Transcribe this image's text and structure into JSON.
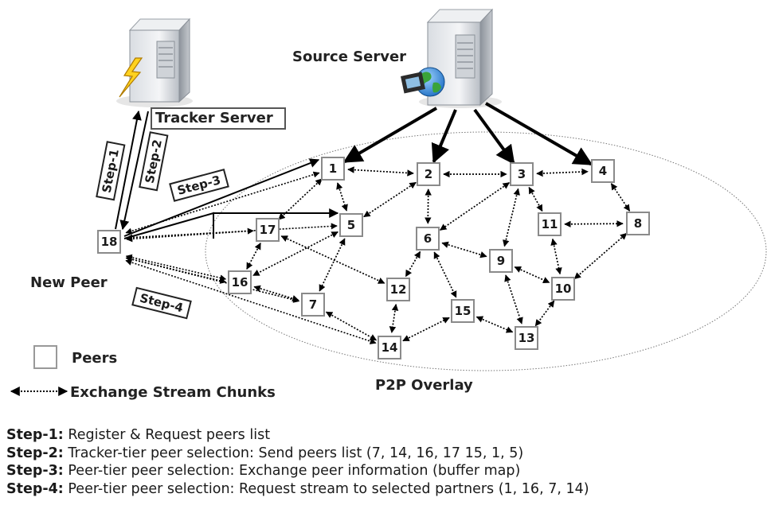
{
  "labels": {
    "source_server": "Source Server",
    "tracker_server": "Tracker Server",
    "new_peer": "New Peer",
    "overlay": "P2P Overlay"
  },
  "step_tags": [
    "Step-1",
    "Step-2",
    "Step-3",
    "Step-4"
  ],
  "legend": {
    "peers": "Peers",
    "exchange": "Exchange Stream Chunks"
  },
  "nodes": [
    "1",
    "2",
    "3",
    "4",
    "5",
    "6",
    "7",
    "8",
    "9",
    "10",
    "11",
    "12",
    "13",
    "14",
    "15",
    "16",
    "17",
    "18"
  ],
  "steps": [
    {
      "key": "Step-1:",
      "text": " Register & Request peers list"
    },
    {
      "key": "Step-2:",
      "text": " Tracker-tier peer selection: Send peers list (7, 14, 16, 17 15, 1, 5)"
    },
    {
      "key": "Step-3:",
      "text": " Peer-tier peer selection: Exchange peer information (buffer map)"
    },
    {
      "key": "Step-4:",
      "text": " Peer-tier peer selection: Request stream to selected partners (1, 16, 7, 14)"
    }
  ],
  "icons": [
    "server-icon",
    "lightning-icon",
    "film-icon",
    "globe-icon"
  ]
}
